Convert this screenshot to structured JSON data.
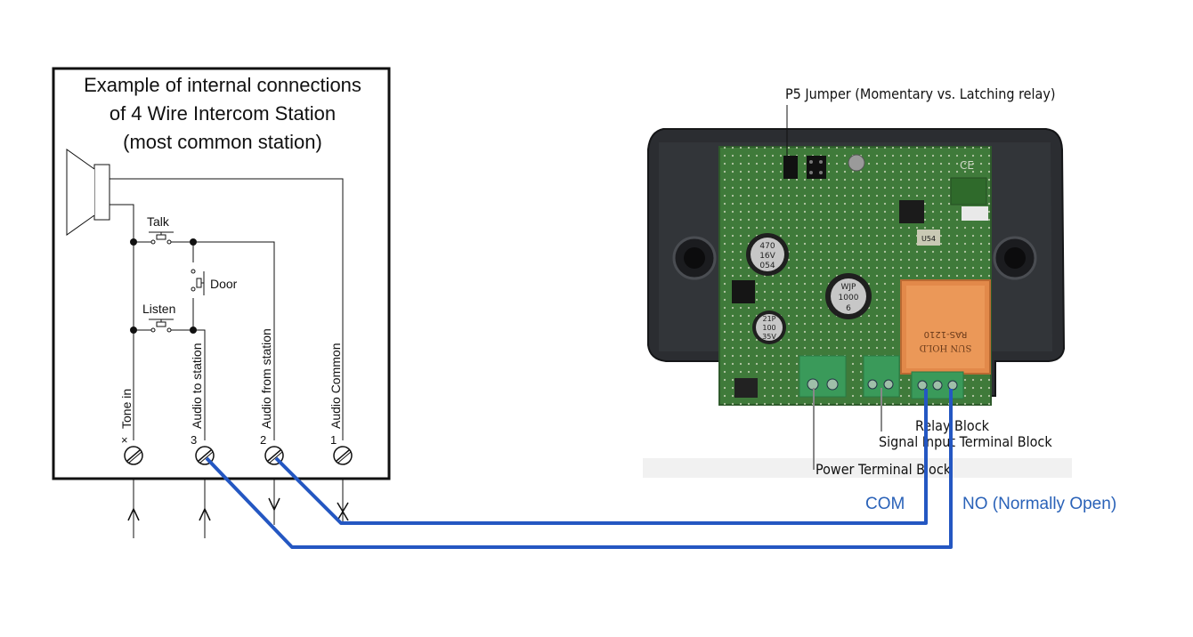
{
  "schematic": {
    "title_lines": [
      "Example of internal connections",
      "of 4 Wire Intercom Station",
      "(most common station)"
    ],
    "switches": {
      "talk": "Talk",
      "door": "Door",
      "listen": "Listen"
    },
    "terminals": [
      {
        "number": "",
        "symbol": "×",
        "label": "Tone in"
      },
      {
        "number": "3",
        "symbol": "",
        "label": "Audio to station"
      },
      {
        "number": "2",
        "symbol": "",
        "label": "Audio from station"
      },
      {
        "number": "1",
        "symbol": "",
        "label": "Audio Common"
      }
    ]
  },
  "board": {
    "p5_jumper": "P5 Jumper (Momentary vs. Latching relay)",
    "relay_block": "Relay Block",
    "signal_input": "Signal Input Terminal Block",
    "power_terminal": "Power Terminal Block",
    "components": {
      "cap1": [
        "470",
        "16V",
        "054"
      ],
      "cap2": [
        "WJP",
        "1000",
        "6"
      ],
      "cap3": [
        "21P",
        "100",
        "35V"
      ],
      "relay": [
        "SUN HOLD",
        "RAS-1210"
      ],
      "ic_label": "U54",
      "ce_mark": "CE"
    }
  },
  "wiring": {
    "com_label": "COM",
    "no_label": "NO (Normally Open)",
    "wire_color": "#2457c2"
  }
}
